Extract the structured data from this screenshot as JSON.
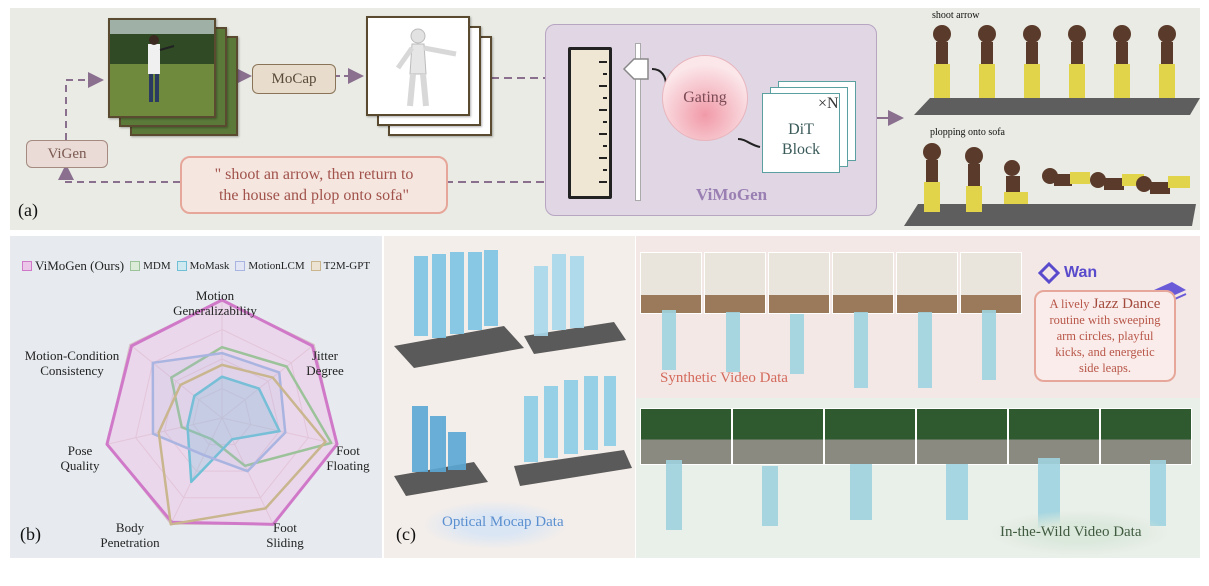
{
  "panel_a": {
    "label": "(a)",
    "vigen": "ViGen",
    "mocap": "MoCap",
    "prompt_line1": "\" shoot an arrow, then return to",
    "prompt_line2": "the house and plop onto sofa\"",
    "gating": "Gating",
    "dit_line1": "DiT",
    "dit_line2": "Block",
    "times_n": "×N",
    "vimogen": "ViMoGen",
    "caption_top": "shoot arrow",
    "caption_bottom": "plopping onto sofa"
  },
  "panel_b": {
    "label": "(b)",
    "legend": [
      {
        "name": "ViMoGen (Ours)",
        "color": "#d079c9"
      },
      {
        "name": "MDM",
        "color": "#9cc29a"
      },
      {
        "name": "MoMask",
        "color": "#6fc0d6"
      },
      {
        "name": "MotionLCM",
        "color": "#a9b4e0"
      },
      {
        "name": "T2M-GPT",
        "color": "#c9b68f"
      }
    ],
    "axes": [
      {
        "line1": "Motion",
        "line2": "Generalizability"
      },
      {
        "line1": "Jitter",
        "line2": "Degree"
      },
      {
        "line1": "Foot",
        "line2": "Floating"
      },
      {
        "line1": "Foot",
        "line2": "Sliding"
      },
      {
        "line1": "Body",
        "line2": "Penetration"
      },
      {
        "line1": "Pose",
        "line2": "Quality"
      },
      {
        "line1": "Motion-Condition",
        "line2": "Consistency"
      }
    ]
  },
  "chart_data": {
    "type": "radar",
    "categories": [
      "Motion Generalizability",
      "Jitter Degree",
      "Foot Floating",
      "Foot Sliding",
      "Body Penetration",
      "Pose Quality",
      "Motion-Condition Consistency"
    ],
    "series": [
      {
        "name": "ViMoGen (Ours)",
        "values": [
          1.0,
          0.98,
          1.0,
          1.0,
          0.98,
          1.0,
          0.98
        ]
      },
      {
        "name": "MDM",
        "values": [
          0.6,
          0.7,
          0.95,
          0.45,
          0.2,
          0.35,
          0.55
        ]
      },
      {
        "name": "MoMask",
        "values": [
          0.35,
          0.4,
          0.5,
          0.2,
          0.6,
          0.3,
          0.3
        ]
      },
      {
        "name": "MotionLCM",
        "values": [
          0.55,
          0.62,
          0.55,
          0.5,
          0.35,
          0.6,
          0.75
        ]
      },
      {
        "name": "T2M-GPT",
        "values": [
          0.45,
          0.55,
          0.9,
          0.85,
          1.0,
          0.55,
          0.45
        ]
      }
    ]
  },
  "panel_c": {
    "label": "(c)",
    "optical": "Optical Mocap Data",
    "synthetic": "Synthetic Video Data",
    "wild": "In-the-Wild Video Data",
    "wan": "Wan",
    "wan_line1_pre": "A lively ",
    "wan_line1_em": "Jazz Dance",
    "wan_line2": "routine with sweeping",
    "wan_line3": "arm circles, playful",
    "wan_line4": "kicks, and energetic",
    "wan_line5": "side leaps."
  },
  "colors": {
    "arrow": "#8a6f8f",
    "vimogen_box": "#e0d6e4",
    "vimogen_text": "#9a7fb3",
    "prompt_border": "#e6a79a",
    "prompt_text": "#a0524a",
    "optical_text": "#5a8fd0",
    "synthetic_text": "#d46a5c",
    "wild_text": "#3f5a3f"
  }
}
